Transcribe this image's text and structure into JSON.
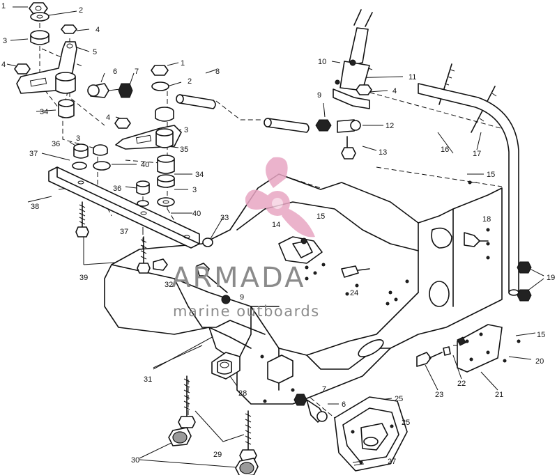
{
  "watermark": {
    "brand": "ARMADA",
    "tagline": "marine outboards",
    "logo_color": "#e8a6c3",
    "text_color": "#8b8b8b"
  },
  "callouts": {
    "c1a": "1",
    "c2a": "2",
    "c3a": "3",
    "c4a": "4",
    "c4b": "4",
    "c5": "5",
    "c6a": "6",
    "c7a": "7",
    "c1b": "1",
    "c2b": "2",
    "c8": "8",
    "c10": "10",
    "c11": "11",
    "c4c": "4",
    "c9a": "9",
    "c12": "12",
    "c13": "13",
    "c16": "16",
    "c17": "17",
    "c34a": "34",
    "c4d": "4",
    "c3b": "3",
    "c35": "35",
    "c3c": "3",
    "c36a": "36",
    "c37a": "37",
    "c40a": "40",
    "c34b": "34",
    "c3d": "3",
    "c15a": "15",
    "c36b": "36",
    "c38": "38",
    "c40b": "40",
    "c37b": "37",
    "c33": "33",
    "c14": "14",
    "c15b": "15",
    "c18": "18",
    "c39": "39",
    "c19": "19",
    "c32": "32",
    "c9b": "9",
    "c24": "24",
    "c15c": "15",
    "c20": "20",
    "c31": "31",
    "c21": "21",
    "c22": "22",
    "c23": "23",
    "c28": "28",
    "c7b": "7",
    "c6b": "6",
    "c25a": "25",
    "c25b": "25",
    "c30": "30",
    "c29": "29",
    "c27": "27"
  }
}
